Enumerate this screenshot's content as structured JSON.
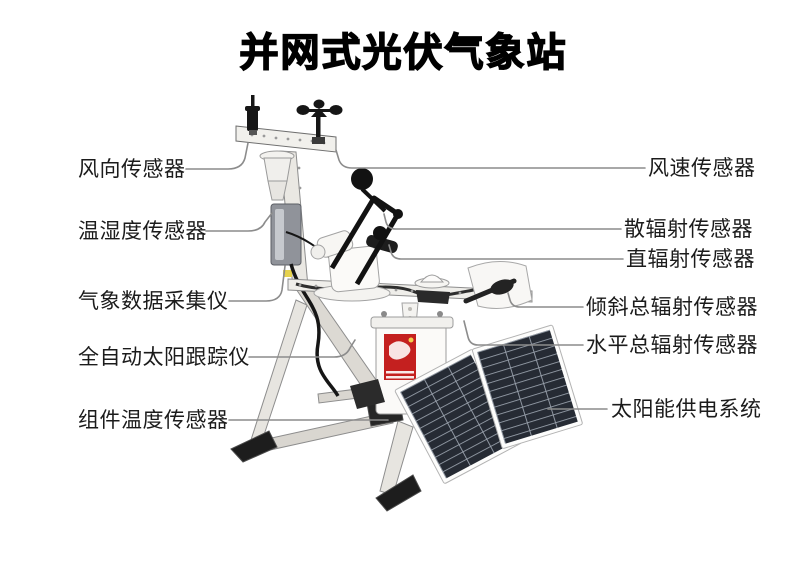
{
  "title": "并网式光伏气象站",
  "labels": {
    "left": [
      {
        "text": "风向传感器"
      },
      {
        "text": "温湿度传感器"
      },
      {
        "text": "气象数据采集仪"
      },
      {
        "text": "全自动太阳跟踪仪"
      },
      {
        "text": "组件温度传感器"
      }
    ],
    "right": [
      {
        "text": "风速传感器"
      },
      {
        "text": "散辐射传感器"
      },
      {
        "text": "直辐射传感器"
      },
      {
        "text": "倾斜总辐射传感器"
      },
      {
        "text": "水平总辐射传感器"
      },
      {
        "text": "太阳能供电系统"
      }
    ]
  },
  "colors": {
    "background": "#ffffff",
    "title_text": "#000000",
    "label_text": "#1b1b1b",
    "leader_line": "#8c8c8c",
    "battery_label_red": "#c4201f",
    "solar_cell": "#262b34",
    "metal_white": "#f1f0ec",
    "component_black": "#141414"
  }
}
